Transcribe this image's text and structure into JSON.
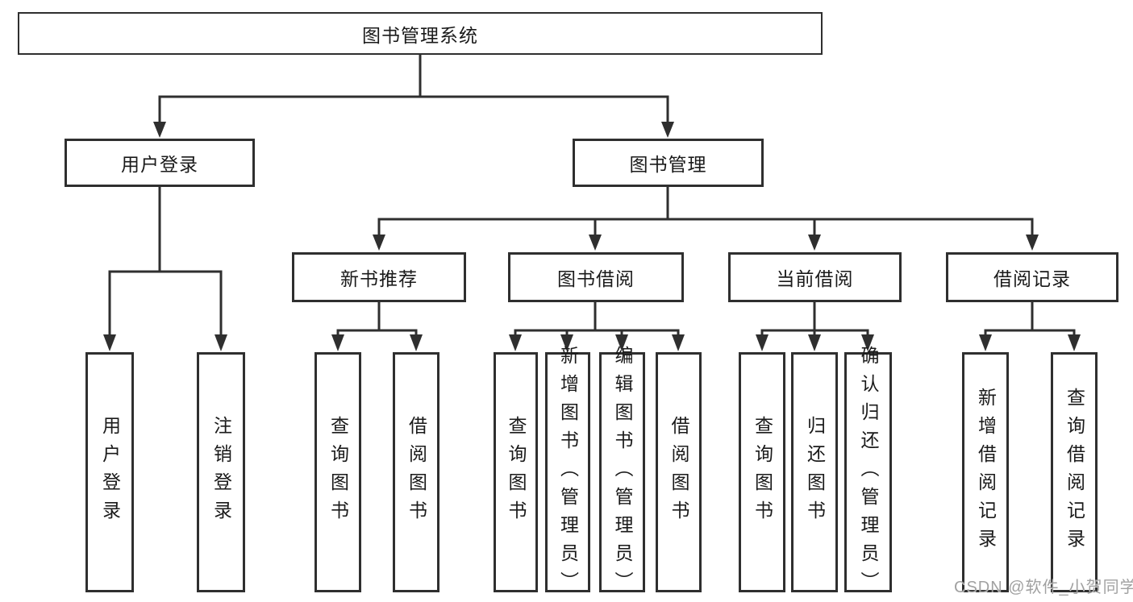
{
  "diagram": {
    "root": {
      "label": "图书管理系统"
    },
    "branches": [
      {
        "label": "用户登录",
        "children": [
          {
            "label": "用户登录"
          },
          {
            "label": "注销登录"
          }
        ]
      },
      {
        "label": "图书管理",
        "children": [
          {
            "label": "新书推荐",
            "children": [
              {
                "label": "查询图书"
              },
              {
                "label": "借阅图书"
              }
            ]
          },
          {
            "label": "图书借阅",
            "children": [
              {
                "label": "查询图书"
              },
              {
                "label": "新增图书（管理员）"
              },
              {
                "label": "编辑图书（管理员）"
              },
              {
                "label": "借阅图书"
              }
            ]
          },
          {
            "label": "当前借阅",
            "children": [
              {
                "label": "查询图书"
              },
              {
                "label": "归还图书"
              },
              {
                "label": "确认归还（管理员）"
              }
            ]
          },
          {
            "label": "借阅记录",
            "children": [
              {
                "label": "新增借阅记录"
              },
              {
                "label": "查询借阅记录"
              }
            ]
          }
        ]
      }
    ]
  },
  "colors": {
    "line": "#2f2f2f",
    "text": "#1a1a1a",
    "background": "#ffffff",
    "watermark": "#919191"
  },
  "watermark": {
    "text": "CSDN @软件_小贺同学"
  }
}
